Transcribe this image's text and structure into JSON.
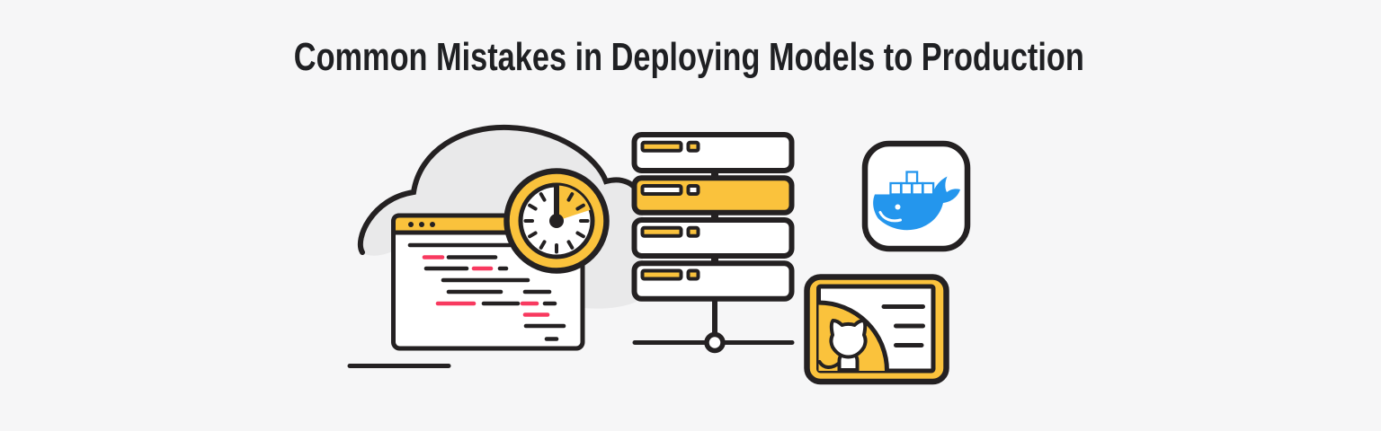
{
  "header": {
    "title": "Common Mistakes in Deploying Models to Production"
  },
  "colors": {
    "background": "#f6f6f7",
    "title": "#1f2023",
    "outline": "#242122",
    "yellow": "#fac23c",
    "red": "#f8395f",
    "cloud": "#e9e9ea",
    "white": "#ffffff",
    "blue": "#2496ed"
  },
  "illustration": {
    "icons": [
      "cloud-icon",
      "code-window-icon",
      "timer-clock-icon",
      "server-rack-icon",
      "network-node-icon",
      "docker-whale-icon",
      "github-octocat-icon"
    ],
    "server_count": 4,
    "highlighted_server": 2,
    "clock_wedge_degrees": 72,
    "github_card_line_count": 3
  }
}
